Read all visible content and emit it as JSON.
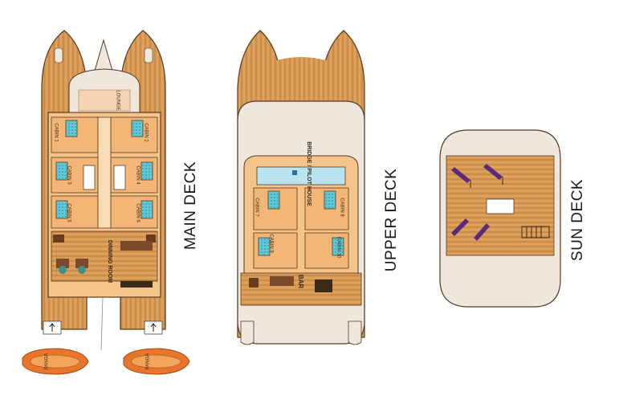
{
  "decks": {
    "main": {
      "title": "MAIN DECK",
      "labels": {
        "lounge": "LOUNGE",
        "cabin1": "CABIN 1",
        "cabin2": "CABIN 2",
        "cabin3": "CABIN 3",
        "cabin4": "CABIN 4",
        "cabin5": "CABIN 5",
        "cabin6": "CABIN 6",
        "dining_room": "DINNING ROOM",
        "panga_left": "PANGA",
        "panga_right": "PANGA"
      }
    },
    "upper": {
      "title": "UPPER DECK",
      "labels": {
        "bridge": "BRIDGE / PILOT HOUSE",
        "cabin7": "CABIN 7",
        "cabin8": "CABIN 8",
        "cabin9": "CABIN 9",
        "cabin10": "CABIN 10",
        "bar": "BAR"
      }
    },
    "sun": {
      "title": "SUN DECK"
    }
  },
  "colors": {
    "wood": "#d89a55",
    "wood_dark": "#b9763a",
    "floor": "#f5c48a",
    "cream": "#efe7dc",
    "bed": "#5fc7d6",
    "panga": "#e8762a",
    "chair": "#5b2a7a",
    "outline": "#5a3a20"
  }
}
